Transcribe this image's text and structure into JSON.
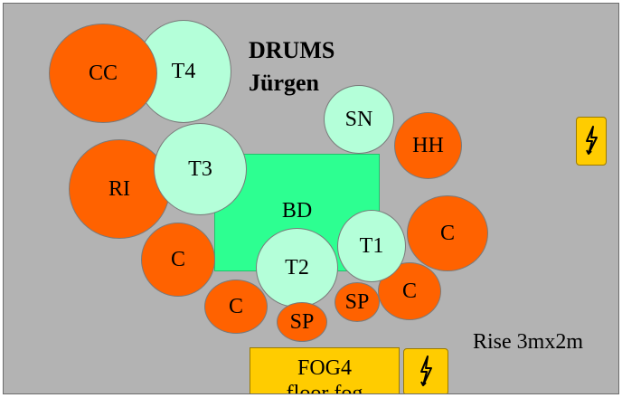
{
  "stage": {
    "title_line1": "DRUMS",
    "title_line2": "Jürgen",
    "rise": "Rise 3mx2m",
    "fog_line1": "FOG4",
    "fog_line2": "floor fog"
  },
  "elements": {
    "cc": "CC",
    "t4": "T4",
    "ri": "RI",
    "t3": "T3",
    "sn": "SN",
    "hh": "HH",
    "bd": "BD",
    "t1": "T1",
    "c_right": "C",
    "c_left": "C",
    "t2": "T2",
    "c_bottom_left": "C",
    "sp_bottom": "SP",
    "sp_right": "SP",
    "c_bottom_right": "C"
  },
  "icons": {
    "power_right": "power-outlet-icon",
    "power_fog": "power-outlet-icon"
  },
  "colors": {
    "stage": "#b3b3b3",
    "cymbal": "#ff6200",
    "tom": "#b4ffd9",
    "bass_drum": "#2dff91",
    "power": "#ffcc00"
  }
}
